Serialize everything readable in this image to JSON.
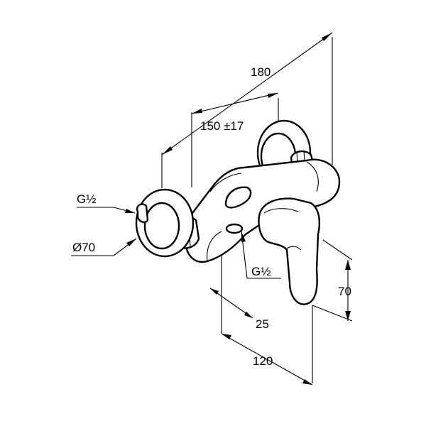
{
  "dimensions": {
    "overall_width": "180",
    "wall_connection_spacing": "150 ±17",
    "inlet_thread": "G½",
    "rosette_diameter": "Ø70",
    "outlet_thread": "G½",
    "lever_height": "70",
    "outlet_depth": "25",
    "body_depth": "120"
  },
  "colors": {
    "line": "#000000",
    "background": "#ffffff"
  }
}
